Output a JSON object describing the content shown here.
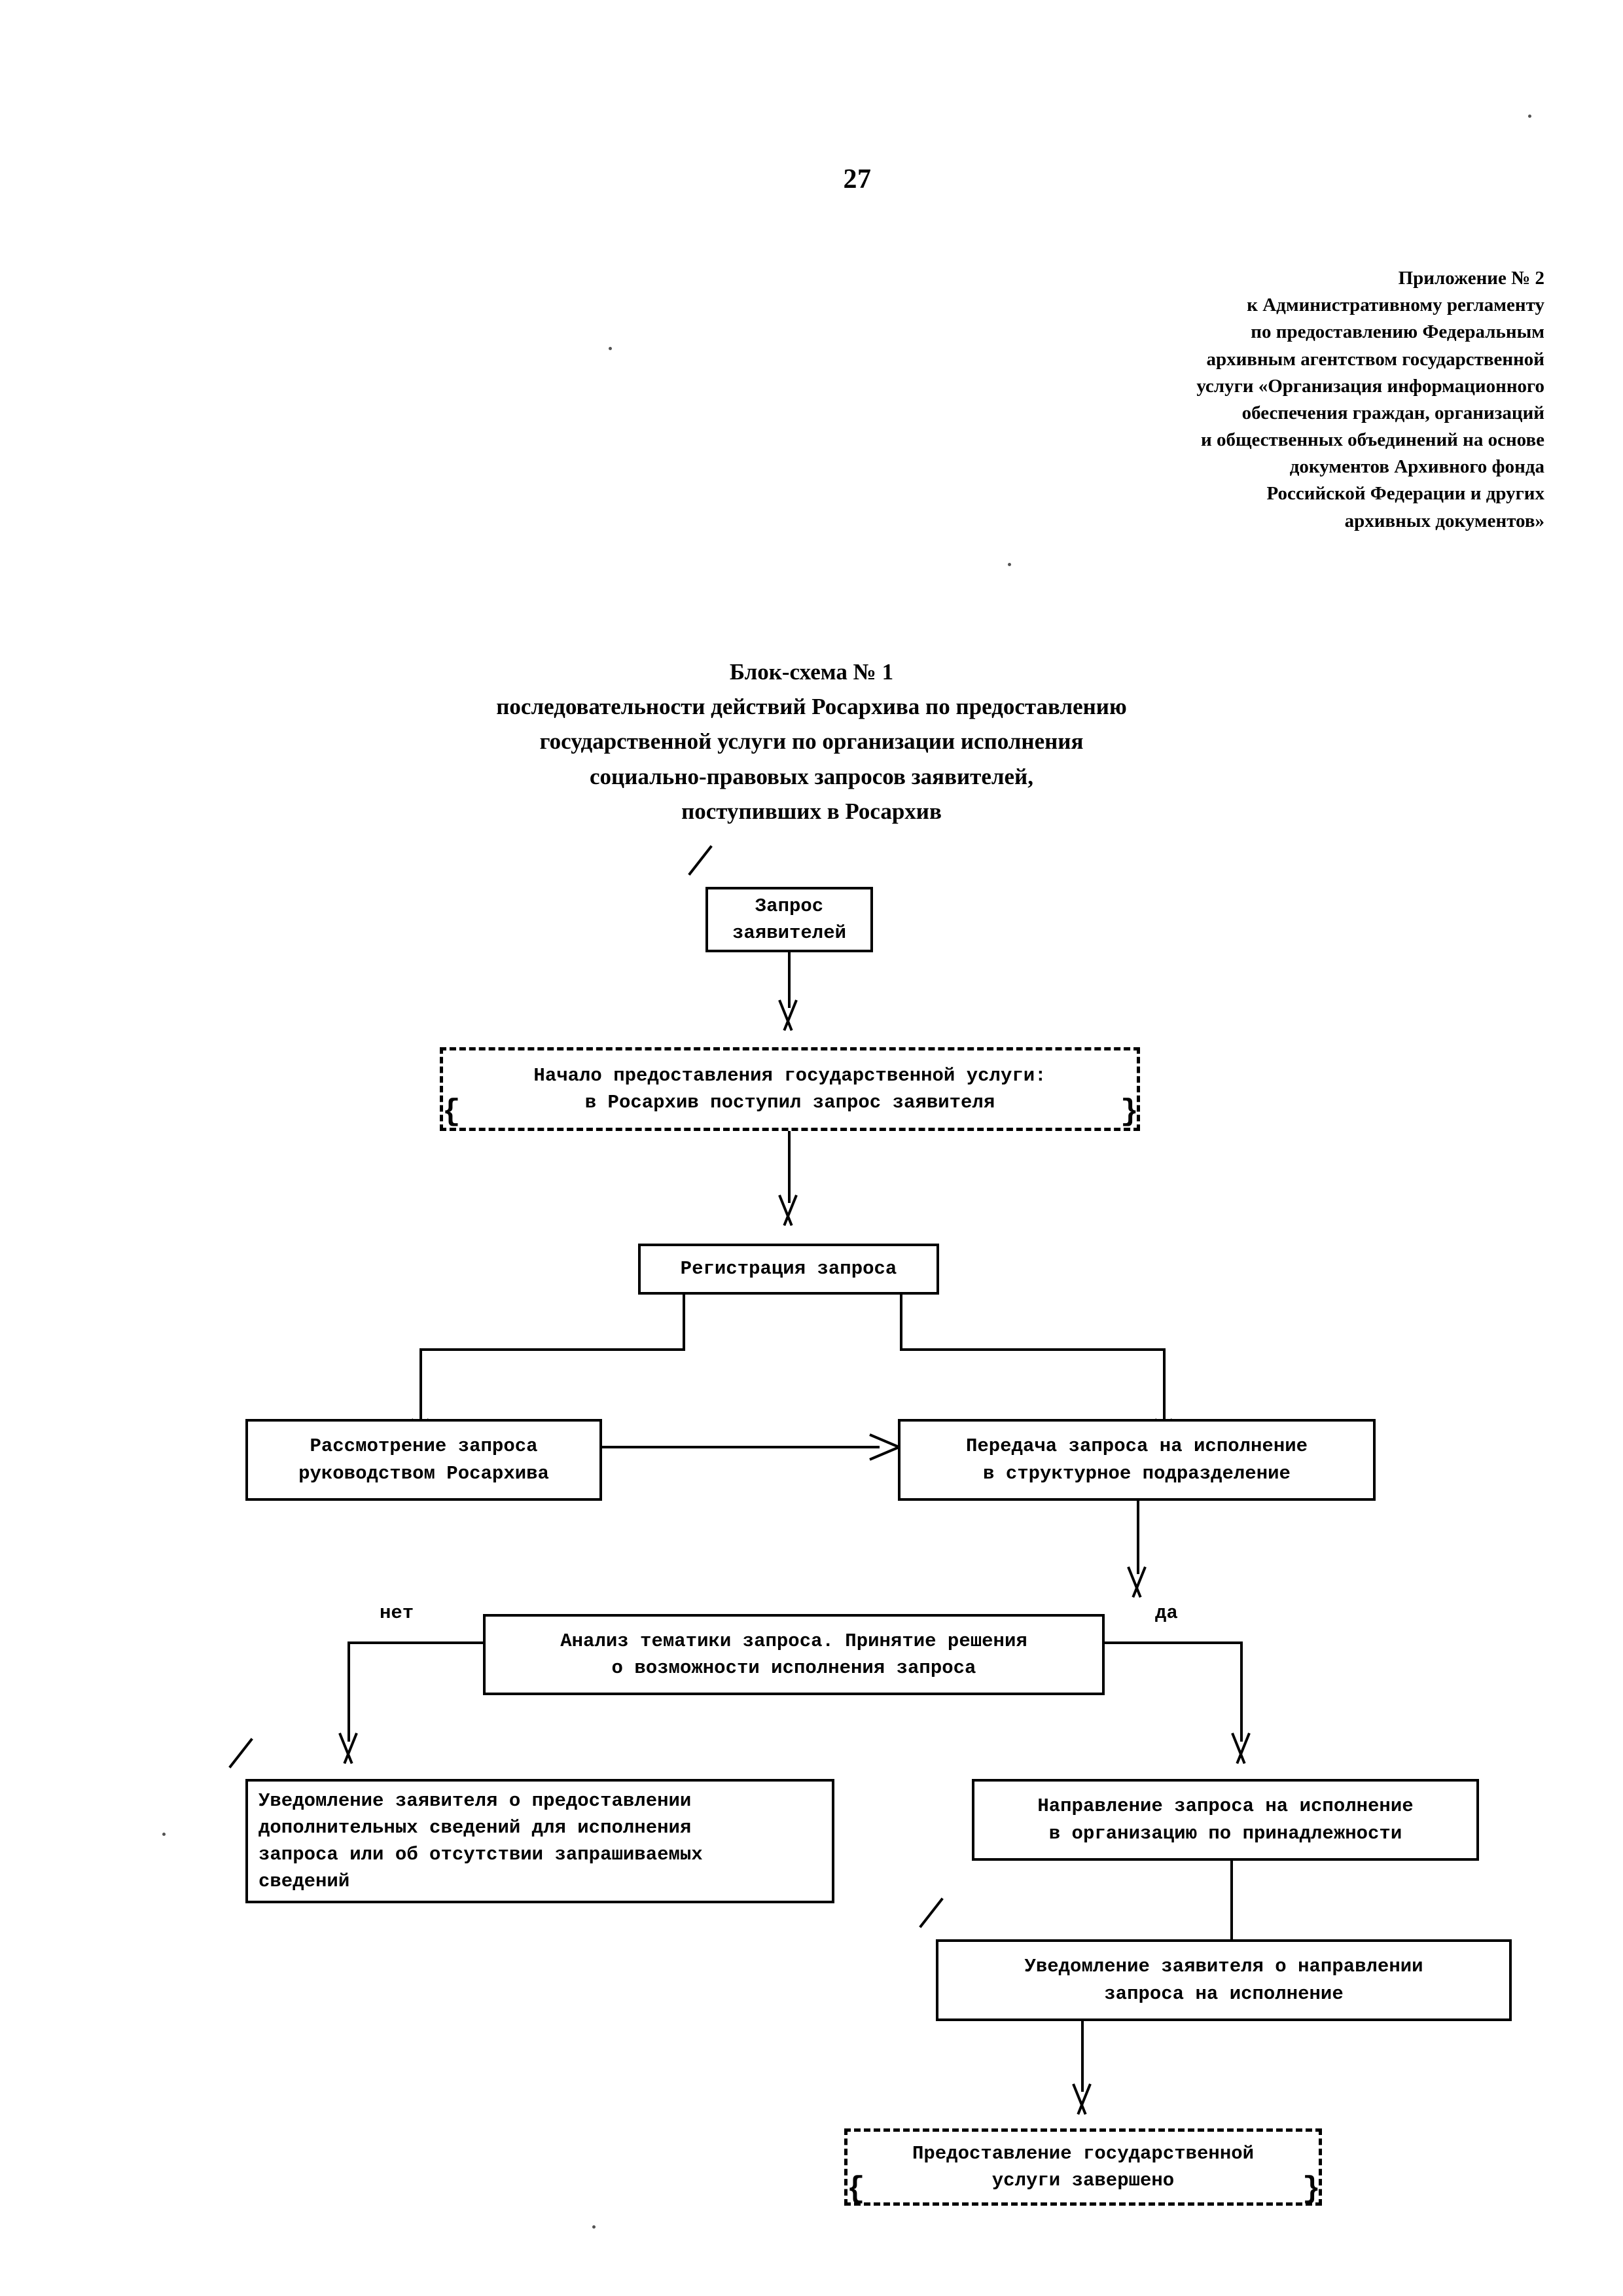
{
  "page": {
    "number": "27"
  },
  "appendix_header": {
    "lines": [
      "Приложение № 2",
      "к Административному регламенту",
      "по предоставлению Федеральным",
      "архивным агентством государственной",
      "услуги «Организация информационного",
      "обеспечения граждан, организаций",
      "и общественных объединений на основе",
      "документов Архивного фонда",
      "Российской Федерации и других",
      "архивных документов»"
    ]
  },
  "scheme_title": {
    "lines": [
      "Блок-схема № 1",
      "последовательности действий Росархива по предоставлению",
      "государственной услуги по организации исполнения",
      "социально-правовых запросов заявителей,",
      "поступивших в Росархив"
    ]
  },
  "flowchart": {
    "nodes": [
      {
        "id": "request",
        "shape": "box-tick",
        "lines": [
          "Запрос",
          "заявителей"
        ]
      },
      {
        "id": "start-service",
        "shape": "dashed",
        "lines": [
          "Начало предоставления государственной услуги:",
          "в Росархив поступил запрос заявителя"
        ]
      },
      {
        "id": "registration",
        "shape": "box",
        "lines": [
          "Регистрация запроса"
        ]
      },
      {
        "id": "review-by-management",
        "shape": "box",
        "lines": [
          "Рассмотрение запроса",
          "руководством Росархива"
        ]
      },
      {
        "id": "transfer-to-unit",
        "shape": "box",
        "lines": [
          "Передача запроса на исполнение",
          "в структурное подразделение"
        ]
      },
      {
        "id": "analysis-decision",
        "shape": "box",
        "lines": [
          "Анализ тематики запроса. Принятие решения",
          "о возможности исполнения запроса"
        ]
      },
      {
        "id": "notify-additional-info",
        "shape": "box-tick",
        "lines": [
          "Уведомление заявителя о предоставлении",
          "дополнительных сведений для исполнения",
          "запроса или об отсутствии запрашиваемых",
          "сведений"
        ]
      },
      {
        "id": "forward-to-organization",
        "shape": "box",
        "lines": [
          "Направление запроса на исполнение",
          "в организацию по принадлежности"
        ]
      },
      {
        "id": "notify-forwarding",
        "shape": "box-tick",
        "lines": [
          "Уведомление заявителя о направлении",
          "запроса на исполнение"
        ]
      },
      {
        "id": "service-completed",
        "shape": "dashed",
        "lines": [
          "Предоставление государственной",
          "услуги завершено"
        ]
      }
    ],
    "branch_labels": {
      "no": "нет",
      "yes": "да"
    },
    "brackets": {
      "left": "{",
      "right": "}"
    }
  }
}
